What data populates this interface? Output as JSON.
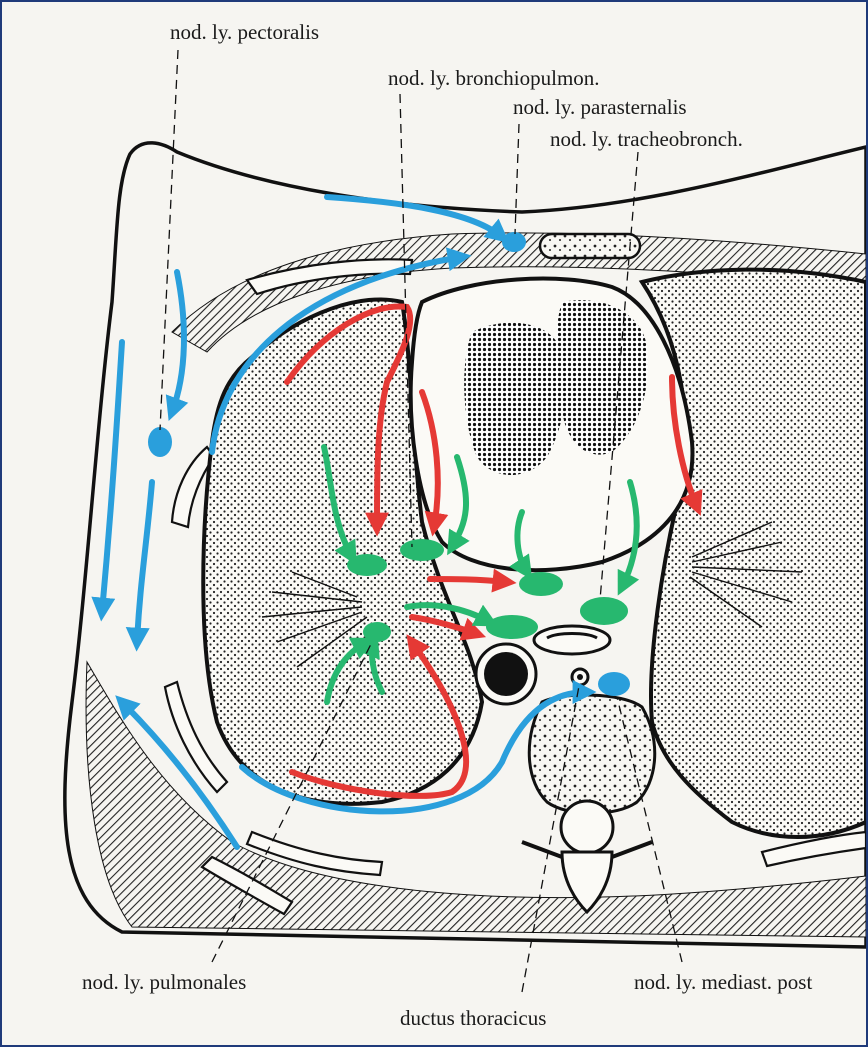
{
  "diagram": {
    "labels": {
      "pectoralis": "nod. ly. pectoralis",
      "bronchiopulmon": "nod. ly. bronchiopulmon.",
      "parasternalis": "nod. ly. parasternalis",
      "tracheobronch": "nod. ly. tracheobronch.",
      "pulmonales": "nod. ly. pulmonales",
      "ductus": "ductus thoracicus",
      "mediast_post": "nod. ly. mediast. post"
    },
    "colors": {
      "lymph_flow_blue": "#2a9fdc",
      "arterial_red": "#e53935",
      "lung_lymph_green": "#27b86f",
      "outline": "#111111",
      "paper": "#f6f5f1"
    }
  }
}
